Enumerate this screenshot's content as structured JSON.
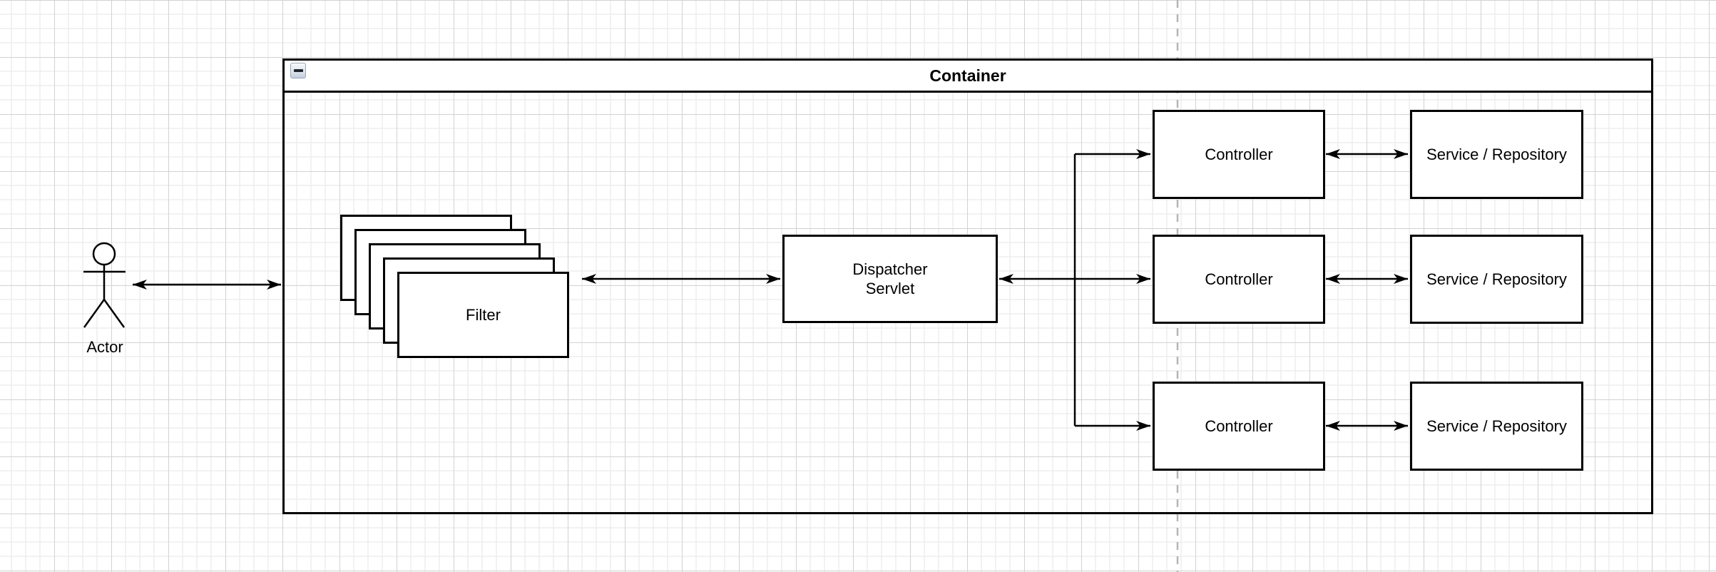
{
  "canvas": {
    "background_color": "#ffffff",
    "grid_minor_color": "#ededed",
    "grid_major_color": "#d2d2d2",
    "page_divider_color": "#b5b5b5",
    "shape_stroke_color": "#000000",
    "shape_fill_color": "#ffffff"
  },
  "actor": {
    "label": "Actor"
  },
  "container": {
    "title": "Container",
    "collapse_button_glyph": "−"
  },
  "nodes": {
    "filter": {
      "label": "Filter",
      "stack_count": 5
    },
    "dispatcher_servlet": {
      "line1": "Dispatcher",
      "line2": "Servlet"
    },
    "controllers": [
      {
        "label": "Controller"
      },
      {
        "label": "Controller"
      },
      {
        "label": "Controller"
      }
    ],
    "services": [
      {
        "label": "Service / Repository"
      },
      {
        "label": "Service / Repository"
      },
      {
        "label": "Service / Repository"
      }
    ]
  },
  "edges": [
    {
      "from": "actor",
      "to": "container",
      "style": "double-arrow"
    },
    {
      "from": "filter",
      "to": "dispatcher_servlet",
      "style": "double-arrow"
    },
    {
      "from": "dispatcher_servlet",
      "to": "controller_top",
      "style": "arrow"
    },
    {
      "from": "dispatcher_servlet",
      "to": "controller_middle",
      "style": "double-arrow"
    },
    {
      "from": "dispatcher_servlet",
      "to": "controller_bottom",
      "style": "arrow"
    },
    {
      "from": "controller_top",
      "to": "service_top",
      "style": "double-arrow"
    },
    {
      "from": "controller_middle",
      "to": "service_middle",
      "style": "double-arrow"
    },
    {
      "from": "controller_bottom",
      "to": "service_bottom",
      "style": "double-arrow"
    }
  ]
}
